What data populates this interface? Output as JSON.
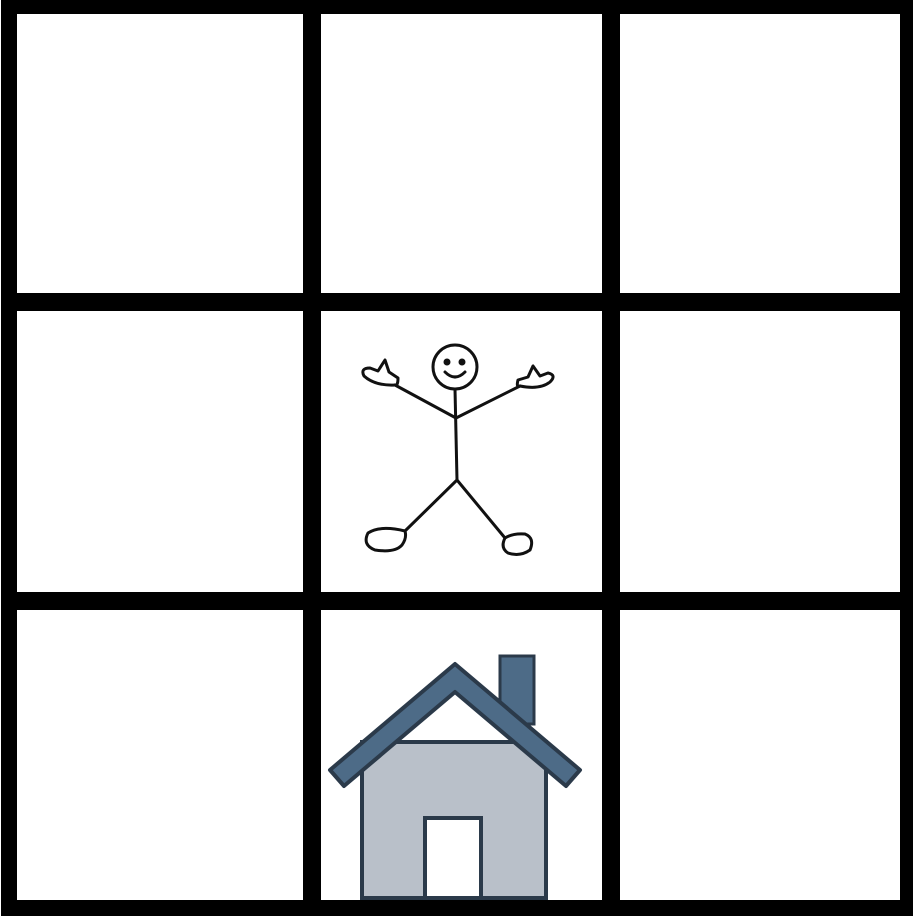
{
  "board": {
    "rows": 3,
    "cols": 3,
    "colors": {
      "grid": "#000000",
      "cell_fill": "#ffffff",
      "house_wall": "#b9c0c9",
      "house_roof": "#4d6b87",
      "house_outline": "#2b3a4a",
      "house_door": "#ffffff",
      "figure_stroke": "#111111"
    },
    "cells": [
      {
        "row": 0,
        "col": 0,
        "content": "empty"
      },
      {
        "row": 0,
        "col": 1,
        "content": "empty"
      },
      {
        "row": 0,
        "col": 2,
        "content": "empty"
      },
      {
        "row": 1,
        "col": 0,
        "content": "empty"
      },
      {
        "row": 1,
        "col": 1,
        "content": "stick-figure"
      },
      {
        "row": 1,
        "col": 2,
        "content": "empty"
      },
      {
        "row": 2,
        "col": 0,
        "content": "empty"
      },
      {
        "row": 2,
        "col": 1,
        "content": "house"
      },
      {
        "row": 2,
        "col": 2,
        "content": "empty"
      }
    ]
  }
}
